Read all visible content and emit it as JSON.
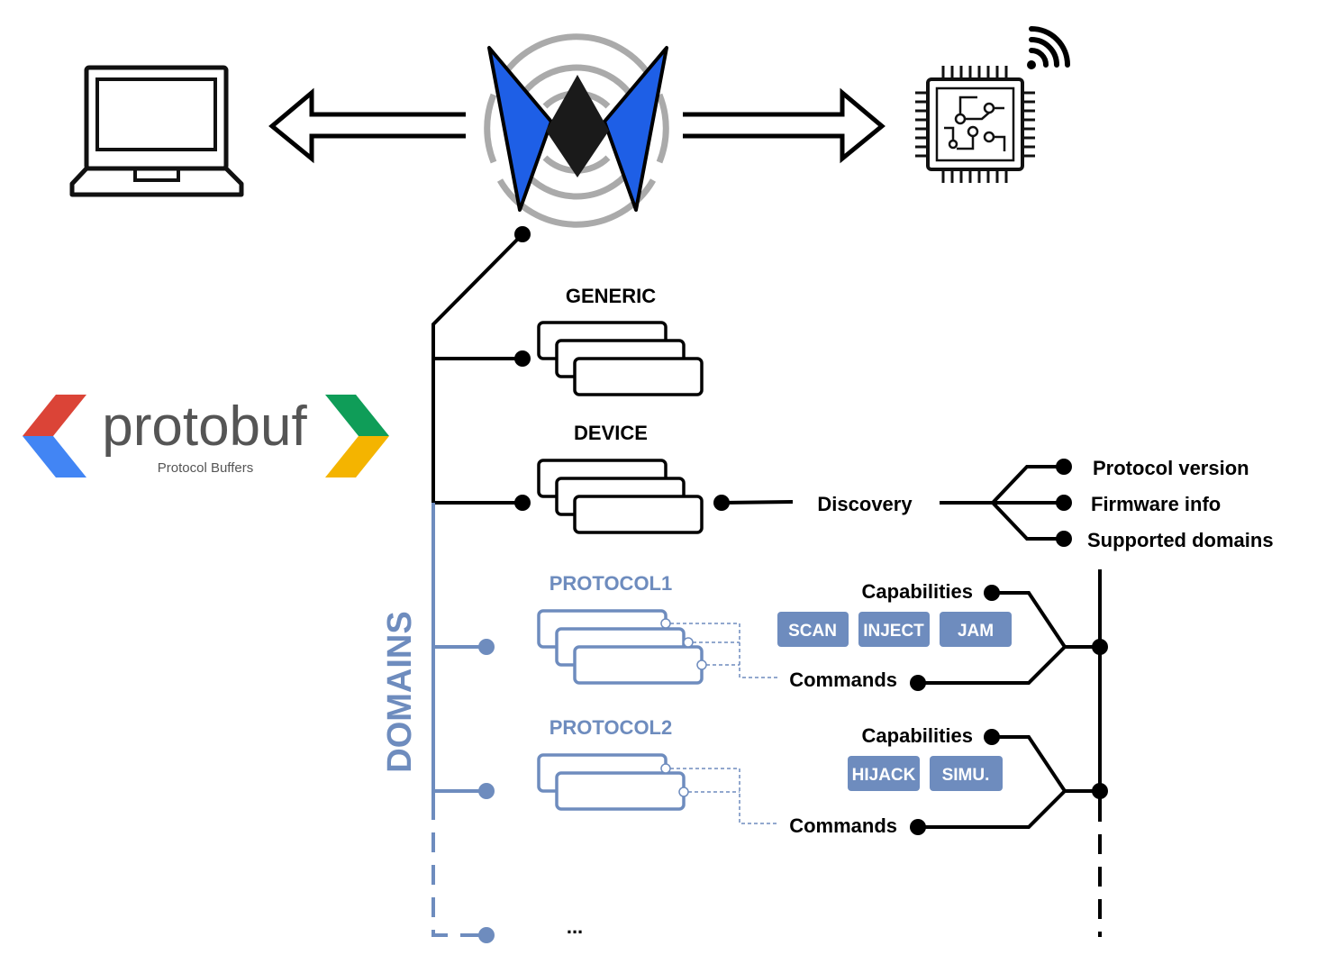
{
  "logo": {
    "name": "protobuf",
    "subtitle": "Protocol Buffers"
  },
  "groups": {
    "generic": "GENERIC",
    "device": "DEVICE",
    "domains": "DOMAINS",
    "protocol1": "PROTOCOL1",
    "protocol2": "PROTOCOL2",
    "ellipsis": "..."
  },
  "discovery": {
    "label": "Discovery",
    "items": [
      "Protocol version",
      "Firmware info",
      "Supported domains"
    ]
  },
  "protocol1": {
    "capabilities_label": "Capabilities",
    "commands_label": "Commands",
    "tags": [
      "SCAN",
      "INJECT",
      "JAM"
    ]
  },
  "protocol2": {
    "capabilities_label": "Capabilities",
    "commands_label": "Commands",
    "tags": [
      "HIJACK",
      "SIMU."
    ]
  },
  "colors": {
    "black": "#000000",
    "domain_blue": "#6e8cbe",
    "logo_blue": "#1e5fe6",
    "google_red": "#db4437",
    "google_blue": "#4285f4",
    "google_green": "#0f9d58",
    "google_yellow": "#f4b400"
  },
  "icons": [
    "laptop-icon",
    "whad-logo-icon",
    "chip-icon",
    "wireless-signal-icon"
  ]
}
